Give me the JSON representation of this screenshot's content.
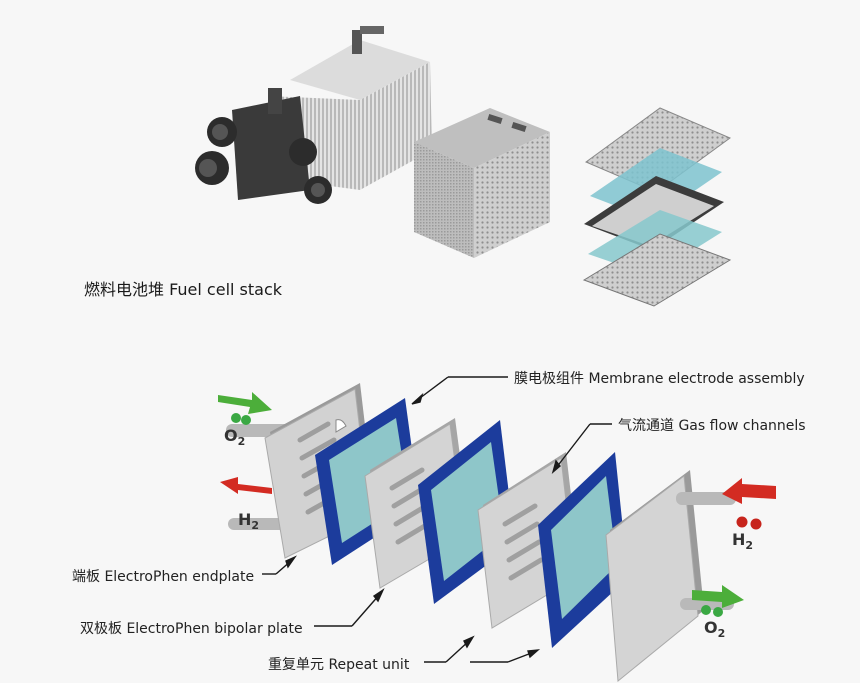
{
  "title": "燃料电池堆 Fuel cell stack",
  "labels": {
    "mea": "膜电极组件 Membrane electrode assembly",
    "gas_channels": "气流通道 Gas flow channels",
    "endplate": "端板 ElectroPhen endplate",
    "bipolar": "双极板 ElectroPhen bipolar plate",
    "repeat": "重复单元 Repeat unit"
  },
  "chem": {
    "o2_left": {
      "base": "O",
      "sub": "2"
    },
    "h2_left": {
      "base": "H",
      "sub": "2"
    },
    "h2_right": {
      "base": "H",
      "sub": "2"
    },
    "o2_right": {
      "base": "O",
      "sub": "2"
    }
  },
  "colors": {
    "mea_blue": "#1c3c9c",
    "mea_center": "#8ec6c9",
    "plate_grey": "#c6c6c6",
    "arrow_green": "#4cae3a",
    "arrow_red": "#d32b22"
  }
}
